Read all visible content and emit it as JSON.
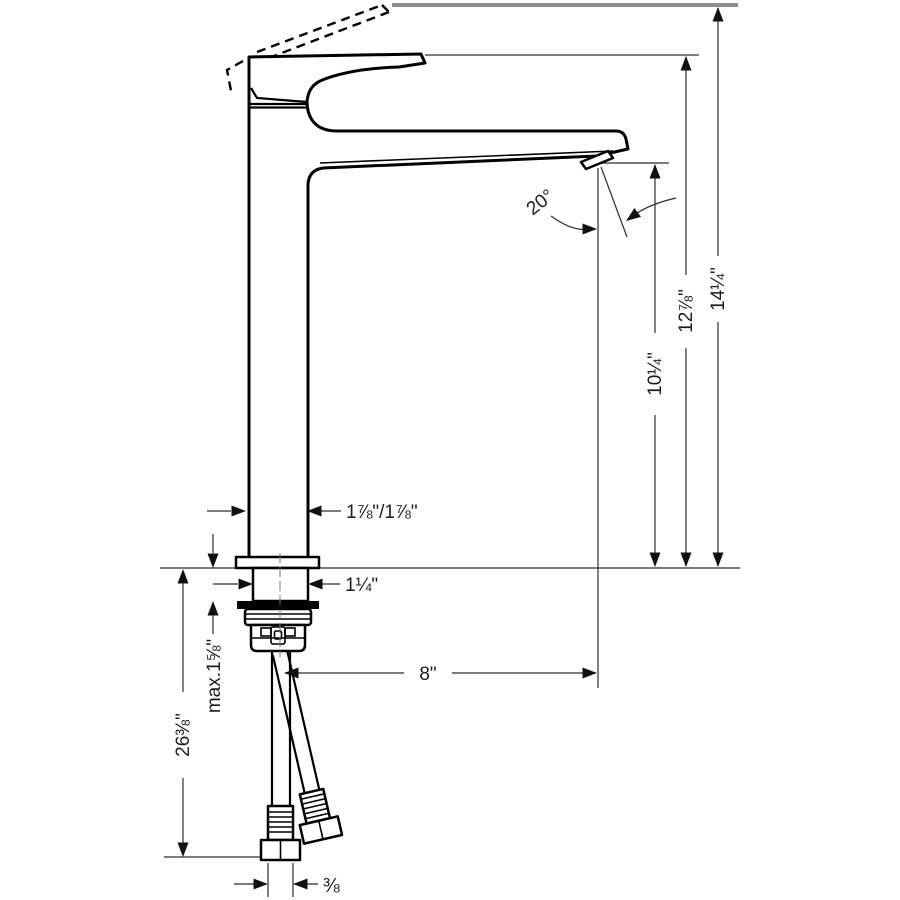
{
  "diagram": {
    "kind": "technical-dimension-drawing",
    "subject": "single-hole tall basin mixer faucet with supply hoses",
    "line_color": "#000000",
    "dimension_color": "#2e2e2e",
    "background": "#ffffff"
  },
  "dims": {
    "height_handle_raised": "14¼\"",
    "height_handle": "12⅞\"",
    "height_spout_outlet": "10¼\"",
    "spout_angle": "20°",
    "body_depth": "1⅞\"/1⅞\"",
    "shank_diameter": "1¼\"",
    "spout_reach": "8\"",
    "max_deck_thickness": "max.1⅝\"",
    "hose_length": "26⅜\"",
    "hose_connector": "⅜"
  }
}
